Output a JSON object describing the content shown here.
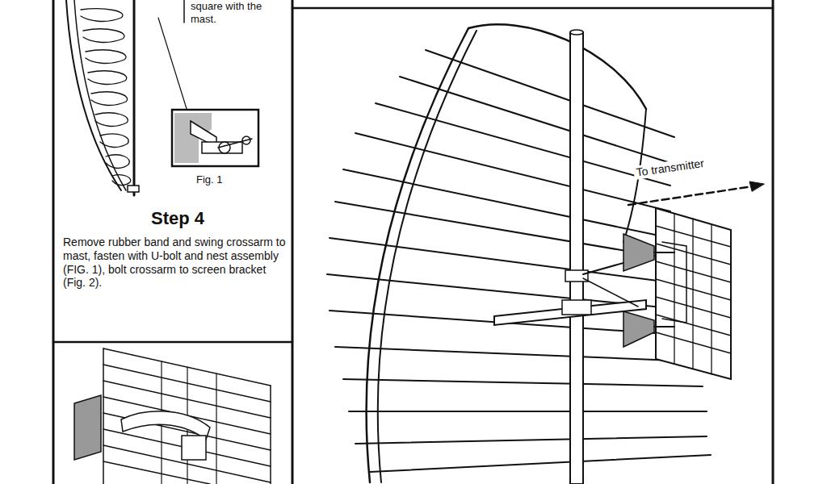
{
  "diagram": {
    "labels": [
      "square with the mast.",
      "Fig. 1",
      "Step 4",
      "Remove rubber band and swing crossarm to mast, fasten with U-bolt and nest assembly (FIG. 1), bolt crossarm to screen bracket (Fig. 2).",
      "To transmitter"
    ]
  }
}
